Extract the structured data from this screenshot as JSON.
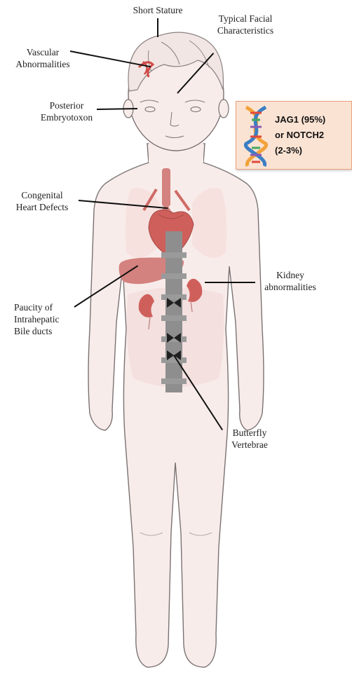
{
  "labels": {
    "short_stature": "Short Stature",
    "facial": [
      "Typical Facial",
      "Characteristics"
    ],
    "vascular": [
      "Vascular",
      "Abnormalities"
    ],
    "posterior": [
      "Posterior",
      "Embryotoxon"
    ],
    "heart": [
      "Congenital",
      "Heart Defects"
    ],
    "kidney": [
      "Kidney",
      "abnormalities"
    ],
    "bile": [
      "Paucity of",
      "Intrahepatic",
      "Bile ducts"
    ],
    "butterfly": [
      "Butterfly",
      "Vertebrae"
    ]
  },
  "genes": {
    "line1": "JAG1 (95%)",
    "line2": "or NOTCH2",
    "line3": "(2-3%)",
    "icon": "dna-helix-icon"
  },
  "colors": {
    "body_fill": "#f8ecea",
    "body_outline": "#7a7272",
    "organ": "#cf6b67",
    "gene_box": "#fbe3d3",
    "gene_border": "#e9a07c"
  }
}
